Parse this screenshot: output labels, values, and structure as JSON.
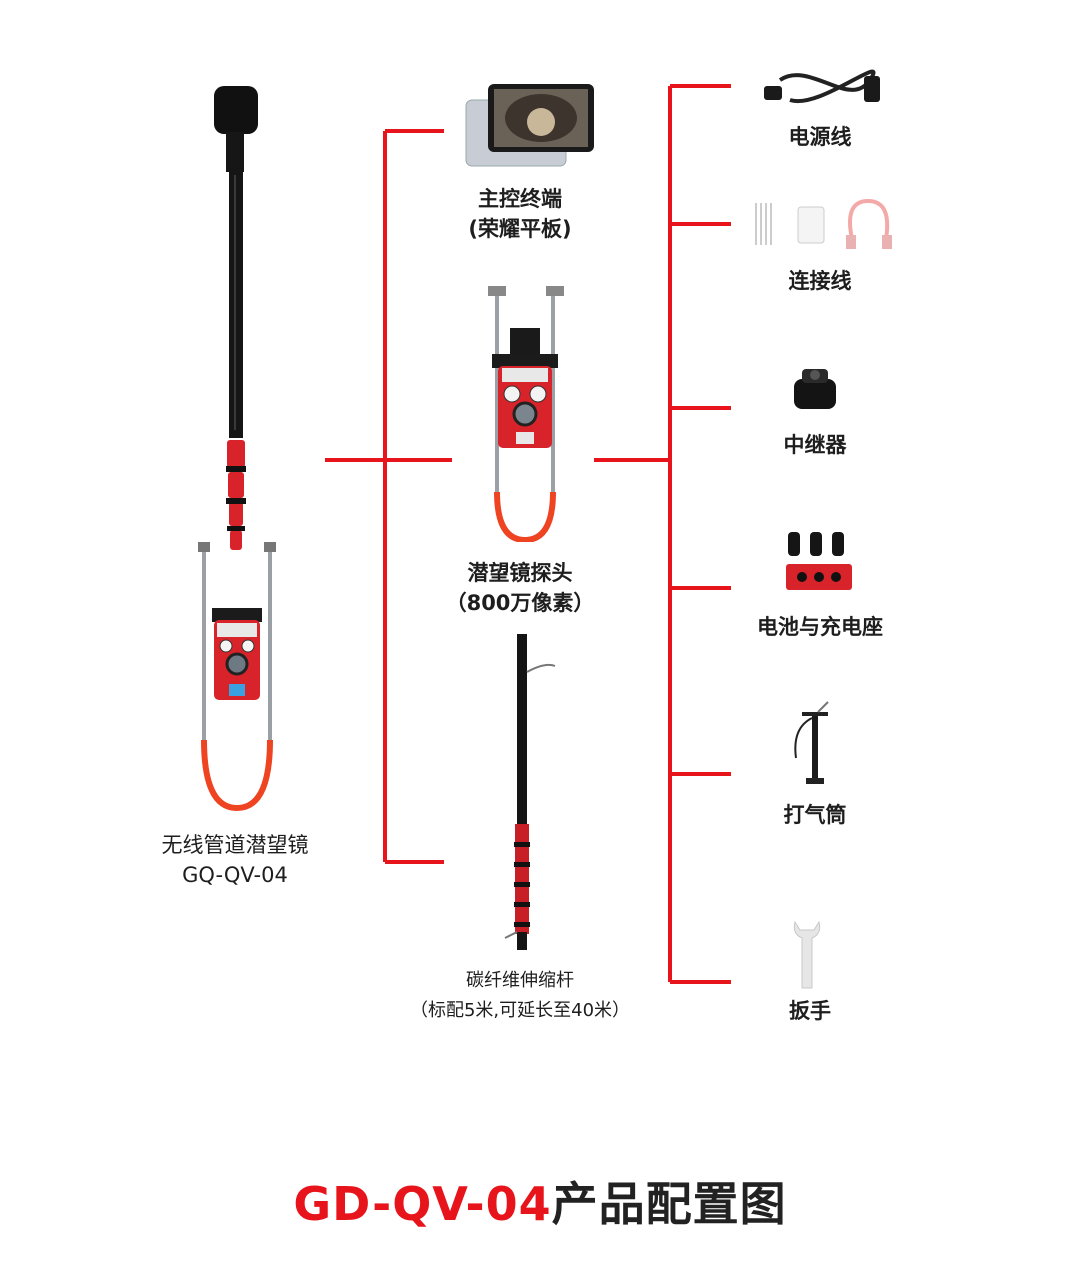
{
  "colors": {
    "accent": "#e8141b",
    "text": "#1e1e1e"
  },
  "main_product": {
    "name": "无线管道潜望镜",
    "model": "GQ-QV-04"
  },
  "center_items": [
    {
      "name": "主控终端",
      "note": "(荣耀平板)"
    },
    {
      "name": "潜望镜探头",
      "note": "（800万像素）"
    },
    {
      "name": "碳纤维伸缩杆",
      "note": "（标配5米,可延长至40米）"
    }
  ],
  "accessories": [
    "电源线",
    "连接线",
    "中继器",
    "电池与充电座",
    "打气筒",
    "扳手"
  ],
  "title": {
    "model": "GD-QV-04",
    "suffix": "产品配置图"
  }
}
